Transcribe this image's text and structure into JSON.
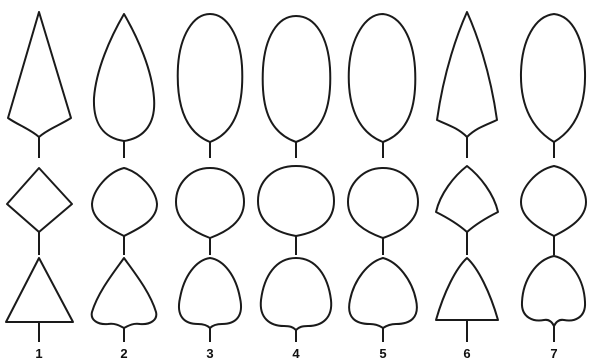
{
  "figure": {
    "columns": [
      {
        "label": "1"
      },
      {
        "label": "2"
      },
      {
        "label": "3"
      },
      {
        "label": "4"
      },
      {
        "label": "5"
      },
      {
        "label": "6"
      },
      {
        "label": "7"
      }
    ]
  }
}
